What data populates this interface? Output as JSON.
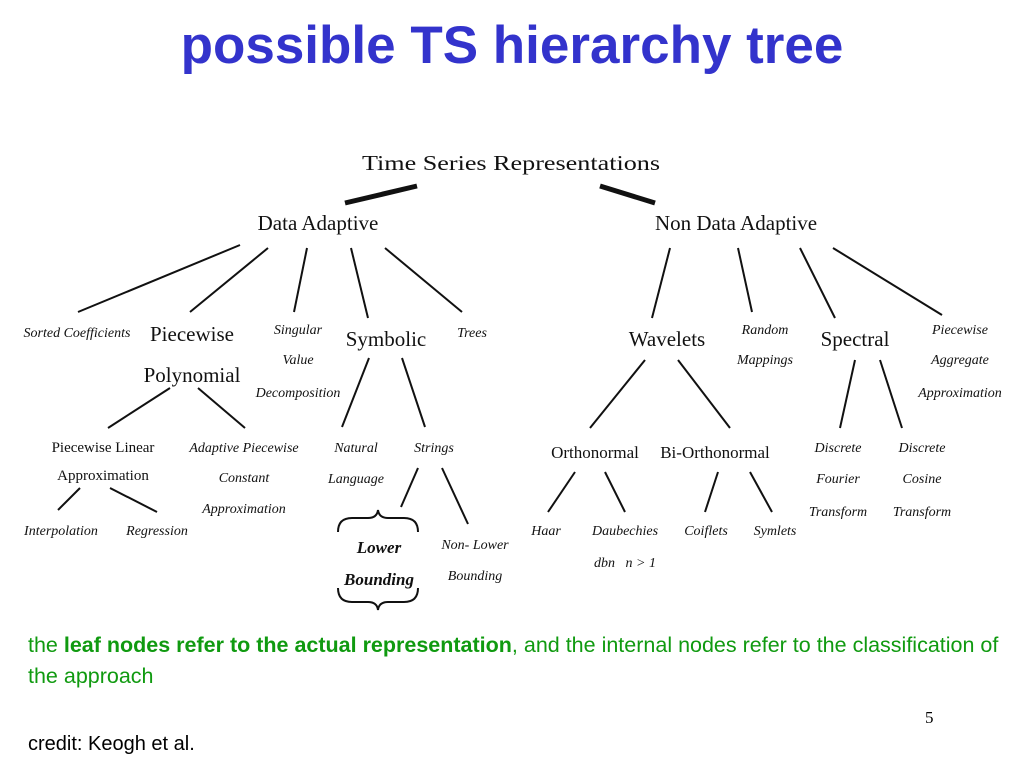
{
  "slide": {
    "title": "possible TS hierarchy tree",
    "note_pre": "the ",
    "note_bold": "leaf nodes refer to the actual representation",
    "note_post": ", and the internal nodes refer to the classification of the approach",
    "credit": "credit: Keogh et al.",
    "page_number": "5",
    "title_color": "#3333cc",
    "note_color": "#109a10"
  },
  "tree": {
    "root": "Time Series Representations",
    "data_adaptive": "Data Adaptive",
    "non_data_adaptive": "Non Data Adaptive",
    "sorted_coefficients": "Sorted Coefficients",
    "piecewise_polynomial": [
      "Piecewise",
      "Polynomial"
    ],
    "svd": [
      "Singular",
      "Value",
      "Decomposition"
    ],
    "symbolic": "Symbolic",
    "trees": "Trees",
    "pla": [
      "Piecewise  Linear",
      "Approximation"
    ],
    "apca": [
      "Adaptive Piecewise",
      "Constant",
      "Approximation"
    ],
    "interpolation": "Interpolation",
    "regression": "Regression",
    "natural_language": [
      "Natural",
      "Language"
    ],
    "strings": "Strings",
    "lower_bounding": [
      "Lower",
      "Bounding"
    ],
    "non_lower_bounding": [
      "Non- Lower",
      "Bounding"
    ],
    "wavelets": "Wavelets",
    "random_mappings": [
      "Random",
      "Mappings"
    ],
    "spectral": "Spectral",
    "paa": [
      "Piecewise",
      "Aggregate",
      "Approximation"
    ],
    "orthonormal": "Orthonormal",
    "bi_orthonormal": "Bi-Orthonormal",
    "haar": "Haar",
    "daubechies": [
      "Daubechies",
      "dbn   n > 1"
    ],
    "coiflets": "Coiflets",
    "symlets": "Symlets",
    "dft": [
      "Discrete",
      "Fourier",
      "Transform"
    ],
    "dct": [
      "Discrete",
      "Cosine",
      "Transform"
    ]
  }
}
